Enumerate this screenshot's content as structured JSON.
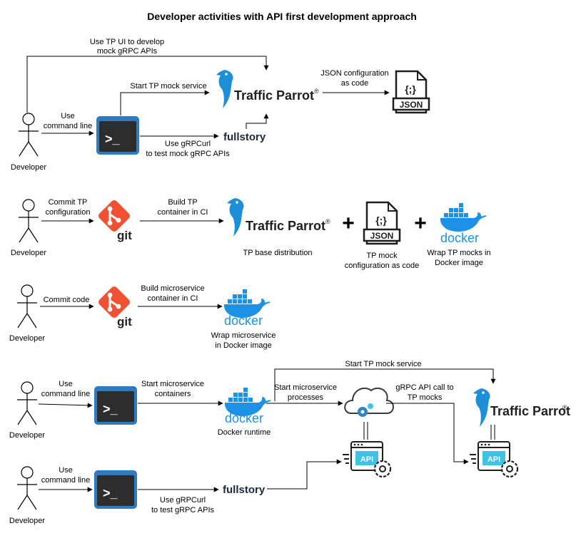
{
  "title": "Developer activities with API first development approach",
  "actor": "Developer",
  "logos": {
    "tp": "Traffic Parrot",
    "tp_mark": "®",
    "git": "git",
    "docker": "docker",
    "fullstory": "fullstory",
    "json": "JSON",
    "json_braces": "{;}",
    "api": "API",
    "terminal_prompt": ">_",
    "plus": "+"
  },
  "row1": {
    "top_label_1": "Use TP UI to develop",
    "top_label_2": "mock gRPC APIs",
    "start_label": "Start TP mock service",
    "json_label_1": "JSON configuration",
    "json_label_2": "as code",
    "use_1": "Use",
    "use_2": "command line",
    "grpc_1": "Use gRPCurl",
    "grpc_2": "to test mock gRPC APIs"
  },
  "row2": {
    "commit_1": "Commit TP",
    "commit_2": "configuration",
    "build_1": "Build TP",
    "build_2": "container in CI",
    "tp_caption": "TP base distribution",
    "json_caption_1": "TP mock",
    "json_caption_2": "configuration as code",
    "docker_caption_1": "Wrap TP mocks in",
    "docker_caption_2": "Docker image"
  },
  "row3": {
    "commit": "Commit code",
    "build_1": "Build microservice",
    "build_2": "container in CI",
    "docker_caption_1": "Wrap microservice",
    "docker_caption_2": "in Docker image"
  },
  "row4": {
    "use_1": "Use",
    "use_2": "command line",
    "start_1": "Start microservice",
    "start_2": "containers",
    "docker_caption": "Docker runtime",
    "top_label": "Start TP mock service",
    "proc_1": "Start microservice",
    "proc_2": "processes",
    "call_1": "gRPC API call to",
    "call_2": "TP mocks"
  },
  "row5": {
    "use_1": "Use",
    "use_2": "command line",
    "grpc_1": "Use gRPCurl",
    "grpc_2": "to test gRPC APIs"
  }
}
